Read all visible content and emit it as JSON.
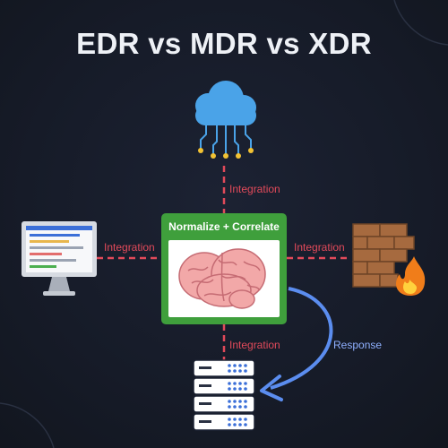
{
  "title": "EDR vs MDR vs XDR",
  "center": {
    "label": "Normalize + Correlate",
    "icon": "brain-icon"
  },
  "connections": {
    "top": "Integration",
    "left": "Integration",
    "right": "Integration",
    "bottom": "Integration",
    "response": "Response"
  },
  "nodes": {
    "top": "cloud-network-icon",
    "left": "desktop-monitor-icon",
    "right": "firewall-icon",
    "bottom": "server-rack-icon"
  },
  "colors": {
    "background": "#161b28",
    "integration_line": "#e24a5a",
    "response_arrow": "#5b8def",
    "center_box": "#3f9f3c"
  }
}
